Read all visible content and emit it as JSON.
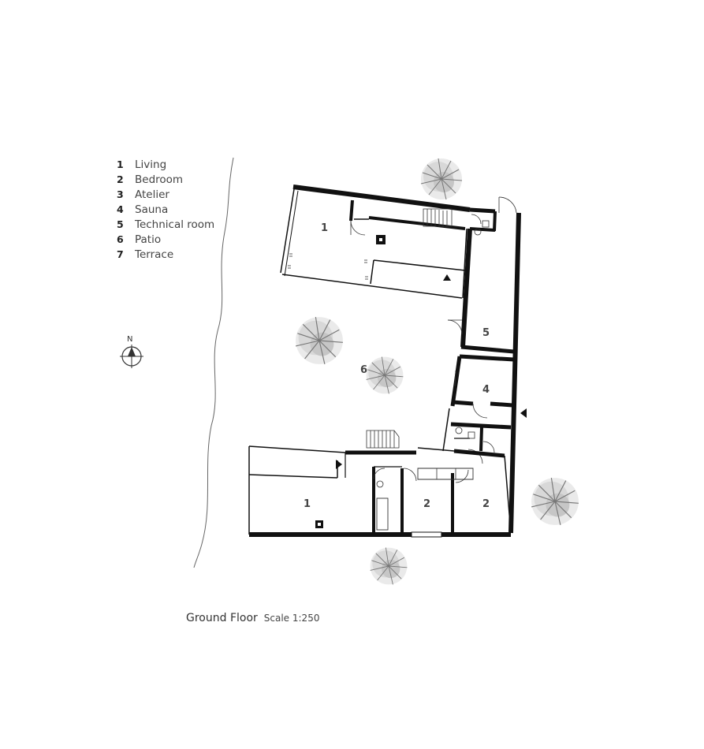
{
  "legend": [
    {
      "number": "1",
      "label": "Living"
    },
    {
      "number": "2",
      "label": "Bedroom"
    },
    {
      "number": "3",
      "label": "Atelier"
    },
    {
      "number": "4",
      "label": "Sauna"
    },
    {
      "number": "5",
      "label": "Technical room"
    },
    {
      "number": "6",
      "label": "Patio"
    },
    {
      "number": "7",
      "label": "Terrace"
    }
  ],
  "compass": {
    "label": "N"
  },
  "rooms": {
    "living_north": "1",
    "technical_room": "5",
    "sauna": "4",
    "patio": "6",
    "living_south": "1",
    "bedroom_a": "2",
    "bedroom_b": "2"
  },
  "caption": {
    "title": "Ground Floor",
    "scale": "Scale 1:250"
  }
}
